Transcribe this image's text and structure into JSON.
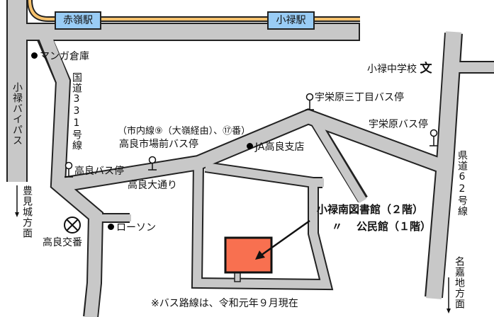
{
  "colors": {
    "road": "#c8c8c8",
    "rail": "#f6c26e",
    "station": "#99ccf5",
    "library_building": "#f87050"
  },
  "stations": [
    {
      "name": "赤嶺駅"
    },
    {
      "name": "小禄駅"
    }
  ],
  "roads": {
    "bypass": "小禄バイパス",
    "route331": "国道331号線",
    "route62": "県道62号線",
    "takara_avenue": "高良大通り"
  },
  "directions": {
    "tomigusuku": "豊見城方面",
    "nakachi": "名嘉地方面"
  },
  "landmarks": {
    "manga": "マンガ倉庫",
    "ja": "JA高良支店",
    "school": "小禄中学校",
    "school_symbol": "文",
    "lawson": "ローソン",
    "koban": "高良交番"
  },
  "bus_stops": {
    "ichiba_note": "（市内線⑨（大嶺経由）、⑰番）",
    "ichiba": "高良市場前バス停",
    "takara": "高良バス停",
    "uebaru3": "宇栄原三丁目バス停",
    "uebaru": "宇栄原バス停"
  },
  "destination": {
    "line1": "小禄南図書館（２階）",
    "line2_ditto": "〃",
    "line2": "公民館（１階）"
  },
  "note": "※バス路線は、令和元年９月現在"
}
